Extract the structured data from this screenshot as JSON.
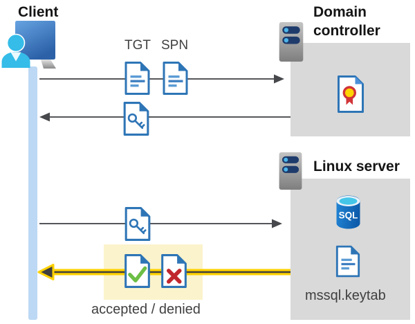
{
  "diagram": {
    "client": {
      "label": "Client"
    },
    "domain_controller": {
      "title": "Domain controller"
    },
    "linux_server": {
      "title": "Linux server",
      "database_label": "SQL",
      "keytab_label": "mssql.keytab"
    },
    "flows": [
      {
        "id": "client-to-domain-controller",
        "direction": "right",
        "tickets": [
          "TGT",
          "SPN"
        ]
      },
      {
        "id": "domain-controller-to-client",
        "direction": "left",
        "tickets": [
          "service-ticket-key"
        ]
      },
      {
        "id": "client-to-linux-server",
        "direction": "right",
        "tickets": [
          "service-ticket-key"
        ]
      },
      {
        "id": "linux-server-to-client",
        "direction": "left",
        "result_label": "accepted / denied",
        "highlighted": true
      }
    ],
    "icons": {
      "client": "user-at-computer-icon",
      "server": "server-icon",
      "ticket_document": "document-icon",
      "service_ticket": "key-document-icon",
      "certificate": "certificate-icon",
      "database": "sql-database-icon",
      "accepted": "check-document-icon",
      "denied": "x-document-icon"
    },
    "colors": {
      "doc_border": "#2e75b6",
      "doc_lines_light": "#5b9bd5",
      "arrow_gray": "#55565a",
      "arrow_yellow": "#ffd100",
      "highlight_bg": "#fbf3cc",
      "lifeline": "#bcd8f4",
      "box_bg": "#d9d9d9",
      "accept_green": "#6cbe45",
      "deny_red": "#c0272d",
      "person_cyan": "#35bce8",
      "seal_yellow": "#ffd400",
      "seal_red": "#d13438"
    }
  }
}
